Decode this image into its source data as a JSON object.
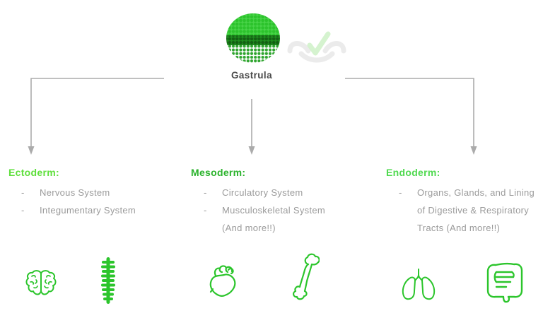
{
  "root": {
    "gastrula_label": "Gastrula"
  },
  "columns": [
    {
      "heading": "Ectoderm:",
      "items": [
        {
          "bullet": "-",
          "lines": [
            "Nervous System"
          ]
        },
        {
          "bullet": "-",
          "lines": [
            "Integumentary System"
          ]
        }
      ]
    },
    {
      "heading": "Mesoderm:",
      "items": [
        {
          "bullet": "-",
          "lines": [
            "Circulatory System"
          ]
        },
        {
          "bullet": "-",
          "lines": [
            "Musculoskeletal System",
            "(And more!!)"
          ]
        }
      ]
    },
    {
      "heading": "Endoderm:",
      "items": [
        {
          "bullet": "-",
          "lines": [
            "Organs, Glands, and Lining",
            "of Digestive & Respiratory",
            "Tracts (And more!!)"
          ]
        }
      ]
    }
  ],
  "icons": [
    {
      "name": "gastrula-illustration"
    },
    {
      "name": "watermark-check-icon"
    },
    {
      "name": "brain-icon"
    },
    {
      "name": "spine-icon"
    },
    {
      "name": "heart-icon"
    },
    {
      "name": "bone-icon"
    },
    {
      "name": "lungs-icon"
    },
    {
      "name": "intestines-icon"
    }
  ],
  "colors": {
    "ectoderm_heading": "#5EDF3B",
    "mesoderm_heading": "#2BB32C",
    "endoderm_heading": "#4FD94F",
    "item_text": "#9B9B9B",
    "gastrula_label": "#4A4A4A",
    "arrow_gray": "#ABABAB",
    "icon_green": "#2CC52C",
    "gastrula_top": "#49D449",
    "gastrula_top_dot": "#2CC32C",
    "gastrula_mid": "#1F8F1F",
    "gastrula_mid_dot": "#136113",
    "gastrula_bottom_dot": "#2FA52F"
  }
}
